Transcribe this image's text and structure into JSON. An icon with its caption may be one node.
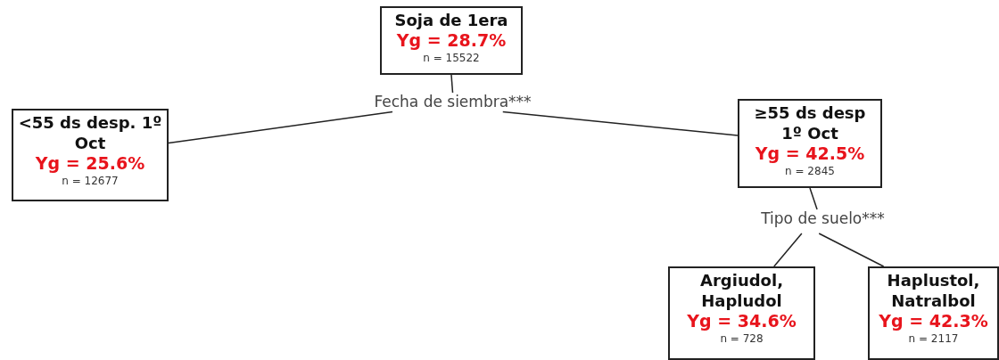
{
  "diagram": {
    "nodes": [
      {
        "text": [
          "Soja de 1era",
          "Yg = 28.7%",
          "n = 15522"
        ]
      },
      {
        "text": [
          "Fecha de siembra***"
        ]
      },
      {
        "text": [
          "<55 ds desp. 1º Oct",
          "Yg = 25.6%",
          "n = 12677"
        ]
      },
      {
        "text": [
          "≥55 ds desp 1º Oct",
          "Yg = 42.5%",
          "n = 2845"
        ]
      },
      {
        "text": [
          "Tipo de suelo***"
        ]
      },
      {
        "text": [
          "Argiudol, Hapludol",
          "Yg = 34.6%",
          "n = 728"
        ]
      },
      {
        "text": [
          "Haplustol, Natralbol",
          "Yg = 42.3%",
          "n = 2117"
        ]
      }
    ],
    "edges": [
      {
        "from": 0,
        "to": 1,
        "arrow": "none"
      },
      {
        "from": 1,
        "to": 2,
        "arrow": "none"
      },
      {
        "from": 1,
        "to": 3,
        "arrow": "none"
      },
      {
        "from": 3,
        "to": 4,
        "arrow": "none"
      },
      {
        "from": 4,
        "to": 5,
        "arrow": "none"
      },
      {
        "from": 4,
        "to": 6,
        "arrow": "none"
      }
    ]
  }
}
